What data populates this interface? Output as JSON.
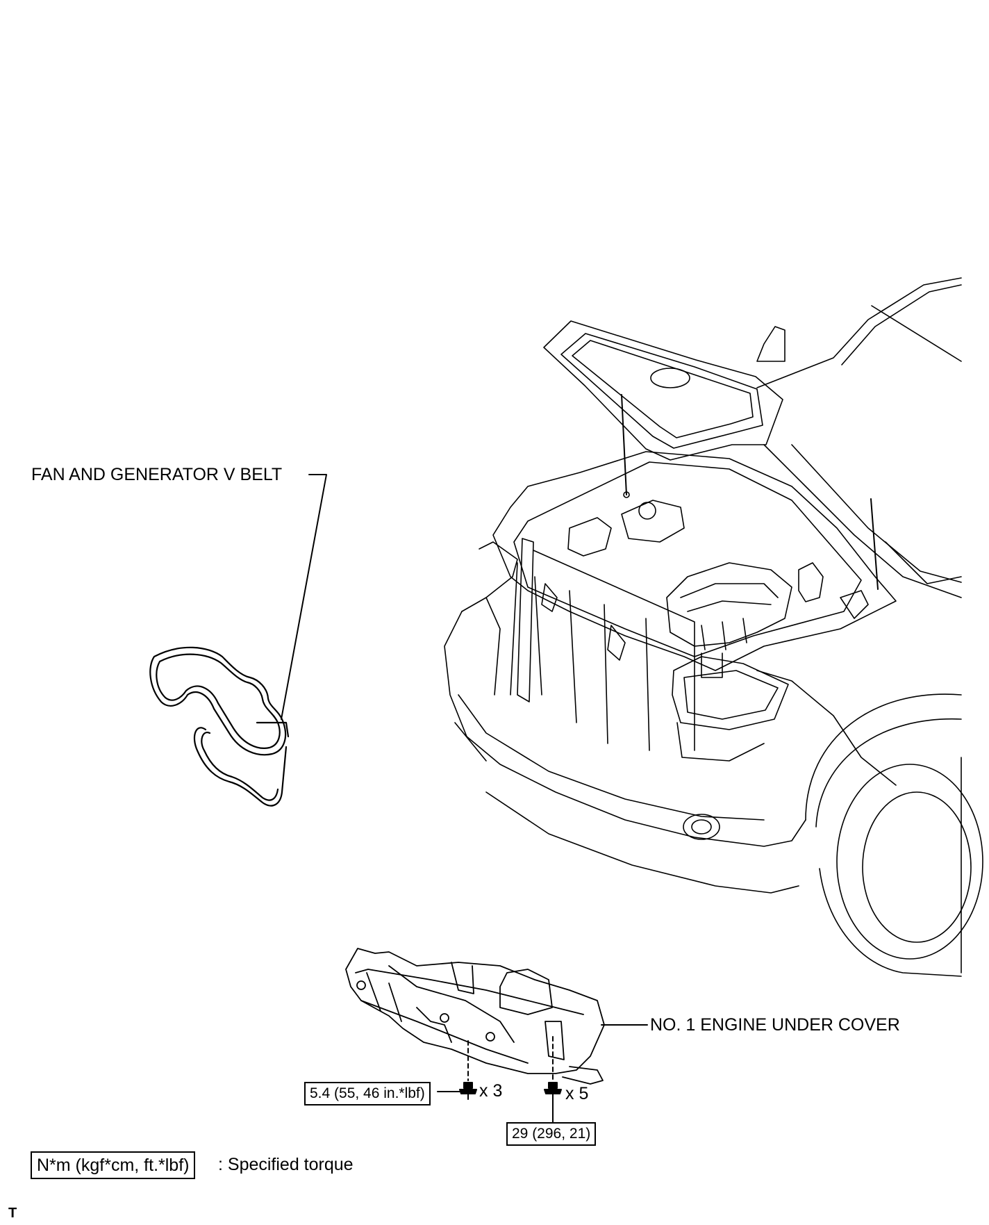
{
  "labels": {
    "fan_belt": "FAN AND GENERATOR V BELT",
    "under_cover": "NO. 1 ENGINE UNDER COVER"
  },
  "fasteners": {
    "left_torque": "5.4 (55, 46 in.*lbf)",
    "left_qty": "x 3",
    "right_torque": "29 (296, 21)",
    "right_qty": "x 5"
  },
  "legend": {
    "unit_box": "N*m (kgf*cm, ft.*lbf)",
    "description": ": Specified torque"
  },
  "footer": {
    "mark": "T"
  }
}
